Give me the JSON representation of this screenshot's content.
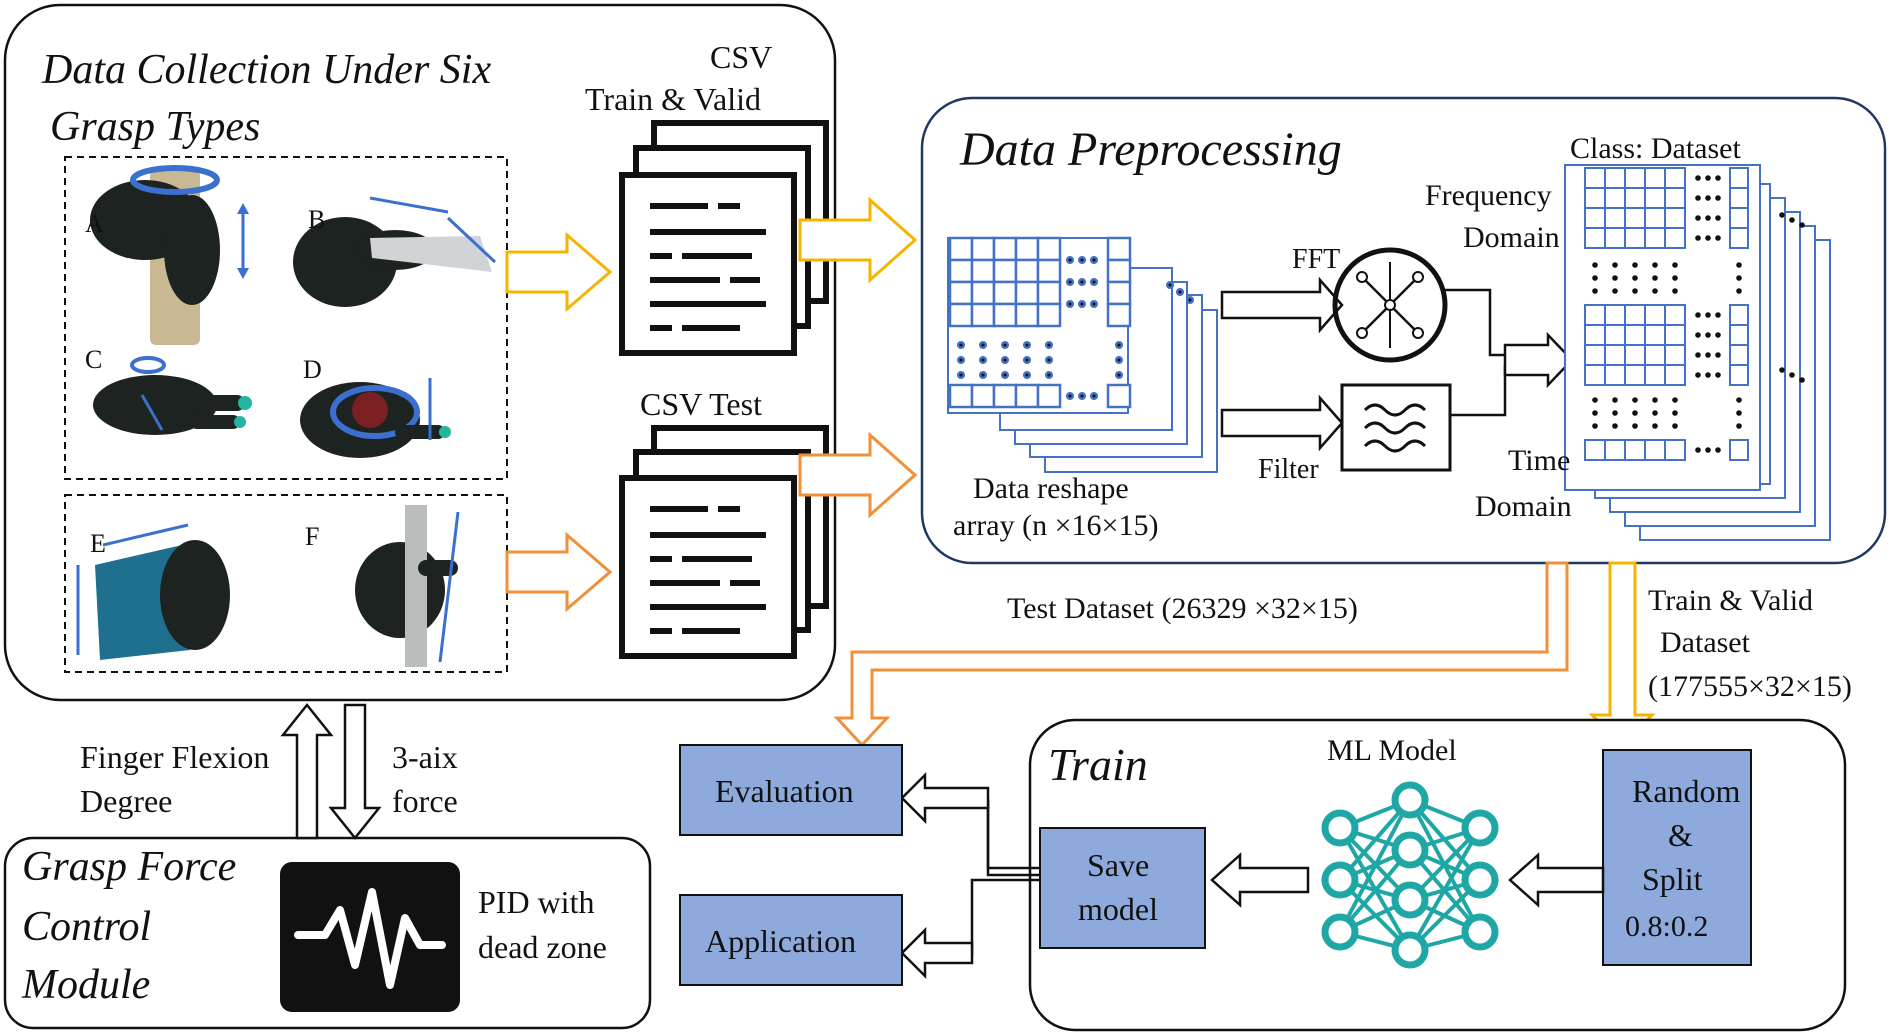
{
  "collection": {
    "title_line1": "Data Collection Under Six",
    "title_line2": "Grasp Types",
    "grasp_labels": [
      "A",
      "B",
      "C",
      "D",
      "E",
      "F"
    ]
  },
  "files": {
    "train_valid_line1": "CSV",
    "train_valid_line2": "Train & Valid",
    "test": "CSV  Test"
  },
  "preprocessing": {
    "title": "Data Preprocessing",
    "reshape_line1": "Data reshape",
    "reshape_line2": "array (n ×16×15)",
    "fft": "FFT",
    "filter": "Filter",
    "class_dataset": "Class: Dataset",
    "freq_line1": "Frequency",
    "freq_line2": "Domain",
    "time_line1": "Time",
    "time_line2": "Domain"
  },
  "datasets": {
    "test": "Test Dataset (26329  ×32×15)",
    "train_line1": "Train & Valid",
    "train_line2": "Dataset",
    "train_line3": "(177555×32×15)"
  },
  "control": {
    "title_line1": "Grasp Force",
    "title_line2": "Control",
    "title_line3": "Module",
    "pid_line1": "PID with",
    "pid_line2": "dead zone",
    "finger_line1": "Finger Flexion",
    "finger_line2": "Degree",
    "force_line1": "3-aix",
    "force_line2": "force"
  },
  "train": {
    "title": "Train",
    "ml_model": "ML Model",
    "random_line1": "Random",
    "random_line2": "&",
    "random_line3": "Split",
    "random_line4": "0.8:0.2",
    "save_line1": "Save",
    "save_line2": "model"
  },
  "outputs": {
    "evaluation": "Evaluation",
    "application": "Application"
  },
  "colors": {
    "grid_blue": "#4472c4",
    "box_fill": "#8ea9db",
    "yellow_arrow": "#f4b400",
    "orange_arrow": "#f0903a",
    "teal": "#1ea7a4",
    "preproc_border": "#1f3864"
  }
}
